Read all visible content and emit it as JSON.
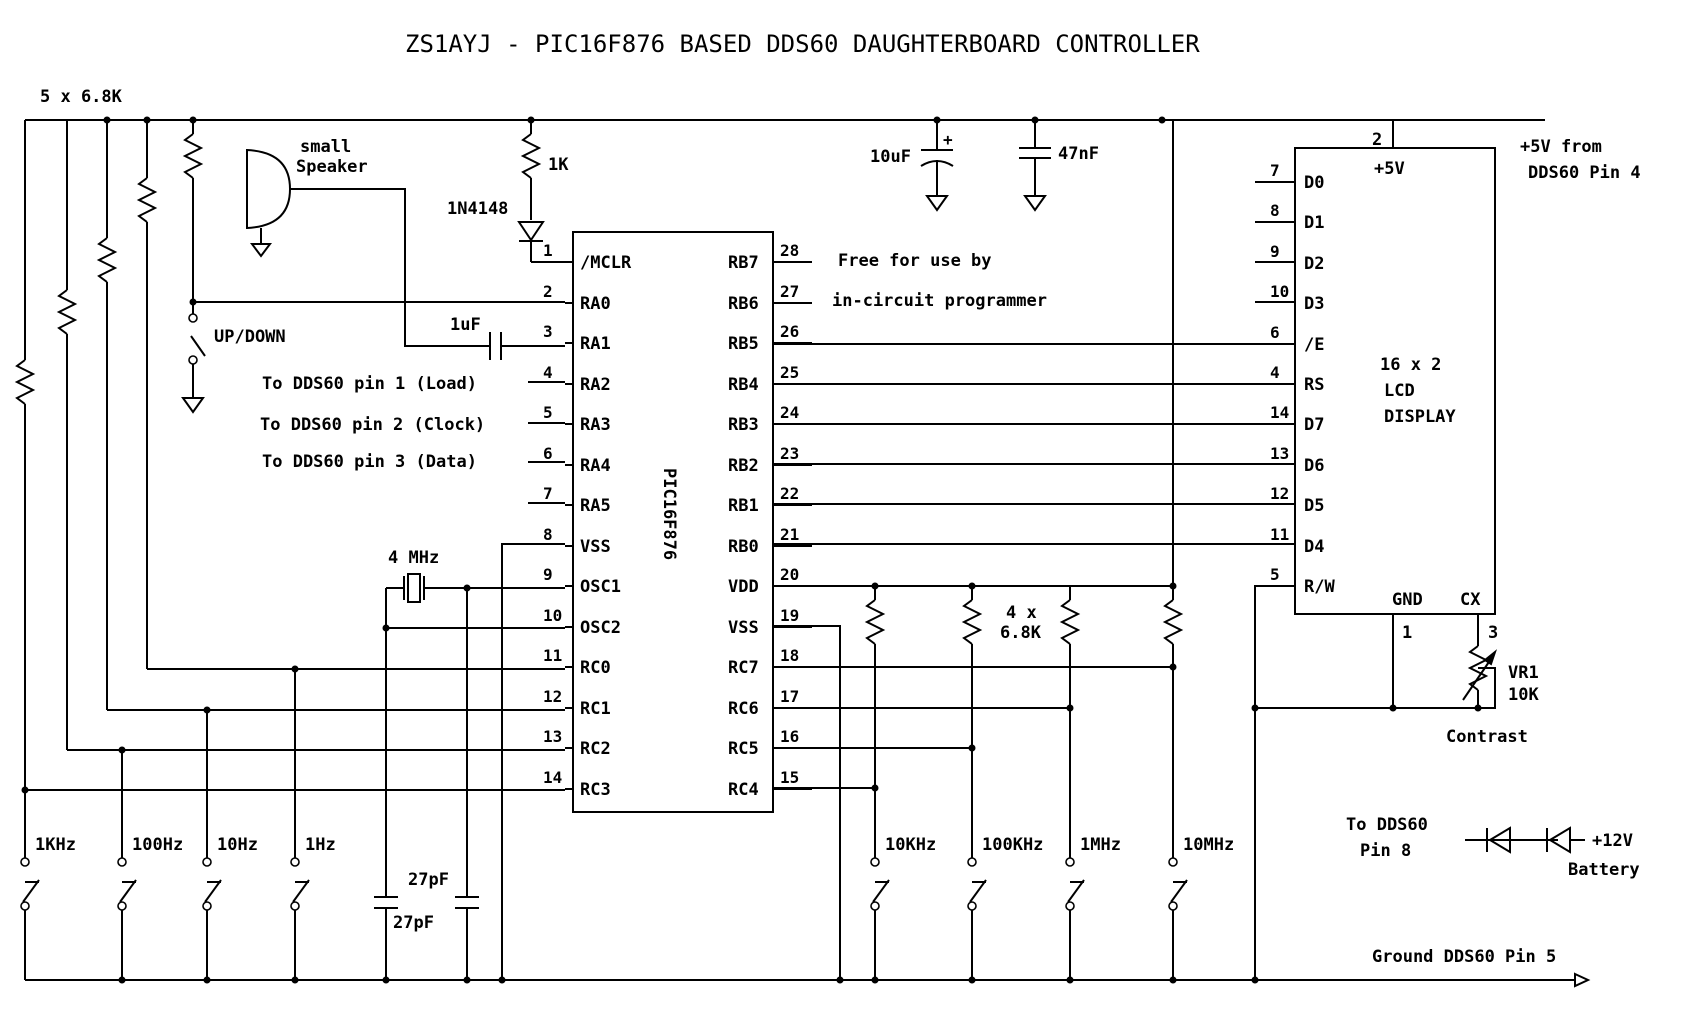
{
  "title": "ZS1AYJ - PIC16F876 BASED DDS60 DAUGHTERBOARD CONTROLLER",
  "labels": {
    "pullups_left": "5 x  6.8K",
    "pullups_right_1": "4 x",
    "pullups_right_2": "6.8K",
    "speaker_1": "small",
    "speaker_2": "Speaker",
    "res_1k": "1K",
    "diode": "1N4148",
    "cap_10uf": "10uF",
    "cap_47nf": "47nF",
    "cap_1uf": "1uF",
    "updown": "UP/DOWN",
    "load": "To DDS60 pin 1 (Load)",
    "clock": "To DDS60 pin 2 (Clock)",
    "data": "To DDS60 pin 3 (Data)",
    "crystal": "4 MHz",
    "cap_27a": "27pF",
    "cap_27b": "27pF",
    "free_1": "Free for use by",
    "free_2": "in-circuit programmer",
    "supply_1": "+5V from",
    "supply_2": "DDS60 Pin 4",
    "lcd_1": "16 x 2",
    "lcd_2": "LCD",
    "lcd_3": "DISPLAY",
    "lcd_5v": "+5V",
    "lcd_gnd": "GND",
    "lcd_cx": "CX",
    "lcd_pin2": "2",
    "lcd_pin1": "1",
    "lcd_pin3": "3",
    "vr1_1": "VR1",
    "vr1_2": "10K",
    "contrast": "Contrast",
    "dds_pin8_1": "To DDS60",
    "dds_pin8_2": "Pin 8",
    "battery_1": "+12V",
    "battery_2": "Battery",
    "ground": "Ground DDS60 Pin 5"
  },
  "chip": {
    "name": "PIC16F876",
    "left_pins": [
      {
        "num": "1",
        "name": "/MCLR"
      },
      {
        "num": "2",
        "name": "RA0"
      },
      {
        "num": "3",
        "name": "RA1"
      },
      {
        "num": "4",
        "name": "RA2"
      },
      {
        "num": "5",
        "name": "RA3"
      },
      {
        "num": "6",
        "name": "RA4"
      },
      {
        "num": "7",
        "name": "RA5"
      },
      {
        "num": "8",
        "name": "VSS"
      },
      {
        "num": "9",
        "name": "OSC1"
      },
      {
        "num": "10",
        "name": "OSC2"
      },
      {
        "num": "11",
        "name": "RC0"
      },
      {
        "num": "12",
        "name": "RC1"
      },
      {
        "num": "13",
        "name": "RC2"
      },
      {
        "num": "14",
        "name": "RC3"
      }
    ],
    "right_pins": [
      {
        "num": "28",
        "name": "RB7"
      },
      {
        "num": "27",
        "name": "RB6"
      },
      {
        "num": "26",
        "name": "RB5"
      },
      {
        "num": "25",
        "name": "RB4"
      },
      {
        "num": "24",
        "name": "RB3"
      },
      {
        "num": "23",
        "name": "RB2"
      },
      {
        "num": "22",
        "name": "RB1"
      },
      {
        "num": "21",
        "name": "RB0"
      },
      {
        "num": "20",
        "name": "VDD"
      },
      {
        "num": "19",
        "name": "VSS"
      },
      {
        "num": "18",
        "name": "RC7"
      },
      {
        "num": "17",
        "name": "RC6"
      },
      {
        "num": "16",
        "name": "RC5"
      },
      {
        "num": "15",
        "name": "RC4"
      }
    ]
  },
  "lcd_pins": [
    {
      "num": "7",
      "name": "D0"
    },
    {
      "num": "8",
      "name": "D1"
    },
    {
      "num": "9",
      "name": "D2"
    },
    {
      "num": "10",
      "name": "D3"
    },
    {
      "num": "6",
      "name": "/E"
    },
    {
      "num": "4",
      "name": "RS"
    },
    {
      "num": "14",
      "name": "D7"
    },
    {
      "num": "13",
      "name": "D6"
    },
    {
      "num": "12",
      "name": "D5"
    },
    {
      "num": "11",
      "name": "D4"
    },
    {
      "num": "5",
      "name": "R/W"
    }
  ],
  "switches_left": [
    "1KHz",
    "100Hz",
    "10Hz",
    "1Hz"
  ],
  "switches_right": [
    "10KHz",
    "100KHz",
    "1MHz",
    "10MHz"
  ]
}
